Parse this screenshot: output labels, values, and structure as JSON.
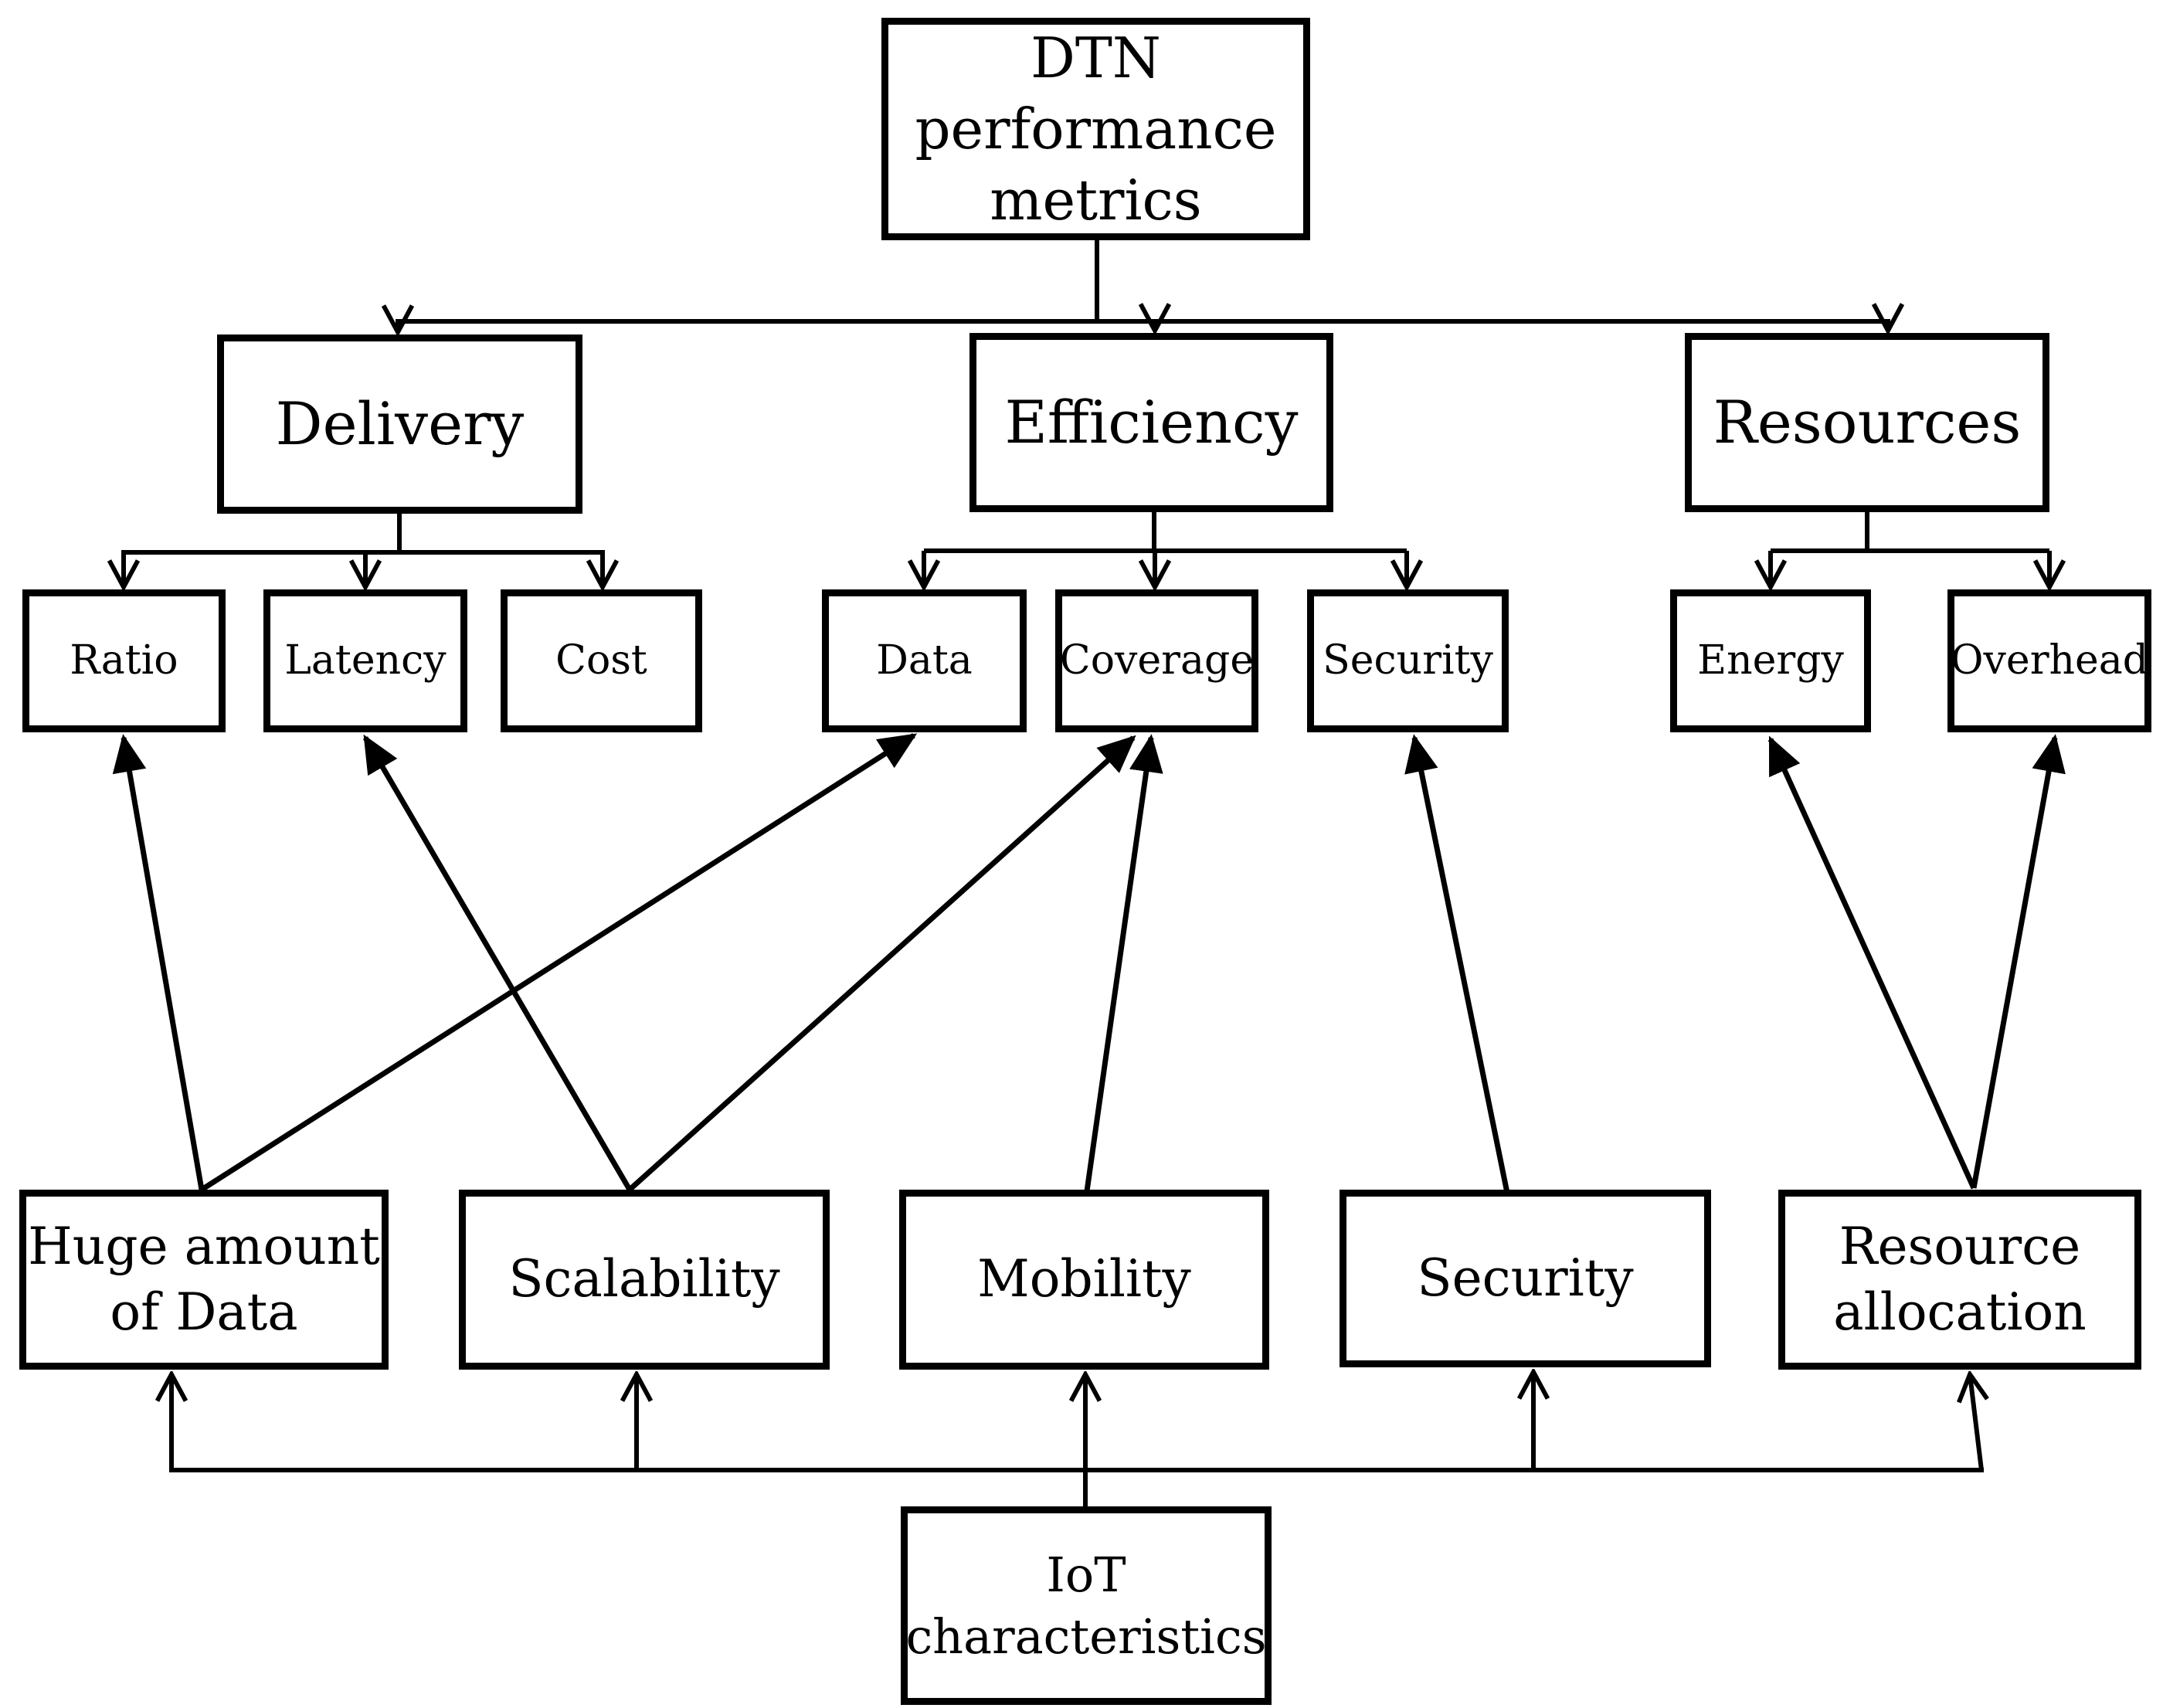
{
  "colors": {
    "background": "#ffffff",
    "line": "#000000",
    "text": "#000000",
    "box_fill": "#ffffff"
  },
  "nodes": {
    "dtn": "DTN\nperformance\nmetrics",
    "delivery": "Delivery",
    "efficiency": "Efficiency",
    "resources": "Resources",
    "ratio": "Ratio",
    "latency": "Latency",
    "cost": "Cost",
    "data": "Data",
    "coverage": "Coverage",
    "security_metric": "Security",
    "energy": "Energy",
    "overhead": "Overhead",
    "huge_data": "Huge amount\nof Data",
    "scalability": "Scalability",
    "mobility": "Mobility",
    "security_characteristic": "Security",
    "resource_allocation": "Resource\nallocation",
    "iot": "IoT\ncharacteristics"
  },
  "edges": [
    {
      "from": "DTN performance metrics",
      "to": "Delivery"
    },
    {
      "from": "DTN performance metrics",
      "to": "Efficiency"
    },
    {
      "from": "DTN performance metrics",
      "to": "Resources"
    },
    {
      "from": "Delivery",
      "to": "Ratio"
    },
    {
      "from": "Delivery",
      "to": "Latency"
    },
    {
      "from": "Delivery",
      "to": "Cost"
    },
    {
      "from": "Efficiency",
      "to": "Data"
    },
    {
      "from": "Efficiency",
      "to": "Coverage"
    },
    {
      "from": "Efficiency",
      "to": "Security"
    },
    {
      "from": "Resources",
      "to": "Energy"
    },
    {
      "from": "Resources",
      "to": "Overhead"
    },
    {
      "from": "Huge amount of Data",
      "to": "Ratio"
    },
    {
      "from": "Huge amount of Data",
      "to": "Data"
    },
    {
      "from": "Scalability",
      "to": "Latency"
    },
    {
      "from": "Scalability",
      "to": "Coverage"
    },
    {
      "from": "Mobility",
      "to": "Coverage"
    },
    {
      "from": "Security (IoT characteristic)",
      "to": "Security (metric)"
    },
    {
      "from": "Resource allocation",
      "to": "Energy"
    },
    {
      "from": "Resource allocation",
      "to": "Overhead"
    },
    {
      "from": "IoT characteristics",
      "to": "Huge amount of Data"
    },
    {
      "from": "IoT characteristics",
      "to": "Scalability"
    },
    {
      "from": "IoT characteristics",
      "to": "Mobility"
    },
    {
      "from": "IoT characteristics",
      "to": "Security"
    },
    {
      "from": "IoT characteristics",
      "to": "Resource allocation"
    }
  ]
}
